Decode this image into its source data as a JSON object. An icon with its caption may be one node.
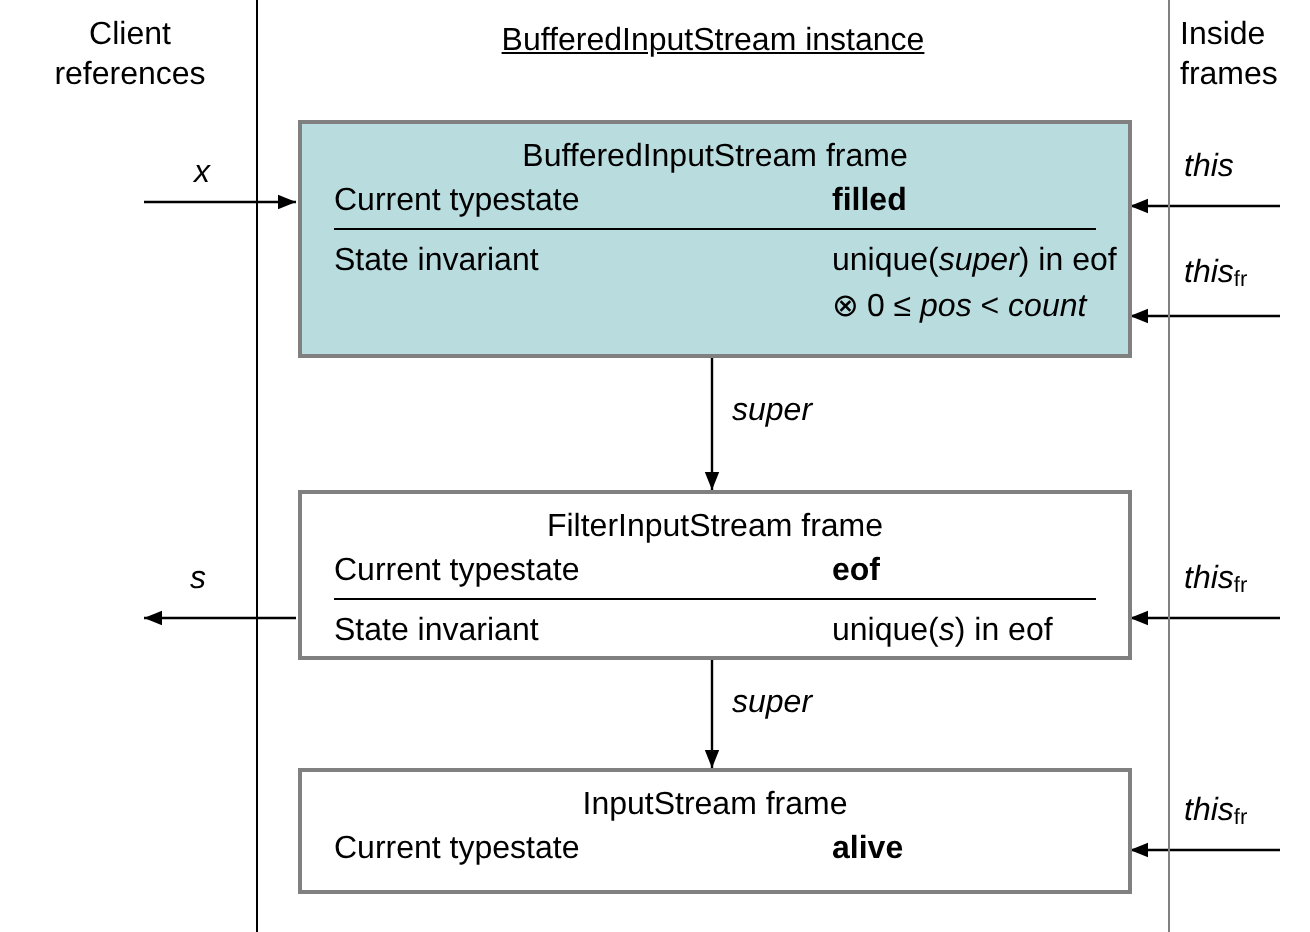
{
  "diagram": {
    "nodes": [
      {
        "text": [
          "BufferedInputStream instance"
        ]
      },
      {
        "text": [
          "BufferedInputStream frame",
          "Current typestate",
          "filled",
          "State invariant",
          "unique(*super*) in eof ⊗ 0 ≤ *pos* < *count*"
        ],
        "in": 0
      },
      {
        "text": [
          "FilterInputStream frame",
          "Current typestate",
          "eof",
          "State invariant",
          "unique(*s*) in eof"
        ],
        "in": 0
      },
      {
        "text": [
          "InputStream frame",
          "Current typestate",
          "alive"
        ],
        "in": 0
      }
    ],
    "edges": [
      {
        "from": null,
        "to": 1,
        "arrow": "to",
        "label": "x"
      },
      {
        "from": null,
        "to": 1,
        "arrow": "to",
        "label": "this"
      },
      {
        "from": null,
        "to": 1,
        "arrow": "to",
        "label": "*this*$_{fr}$"
      },
      {
        "from": 1,
        "to": 2,
        "arrow": "to",
        "label": "super"
      },
      {
        "from": 2,
        "to": null,
        "arrow": "to",
        "label": "s"
      },
      {
        "from": null,
        "to": 2,
        "arrow": "to",
        "label": "*this*$_{fr}$"
      },
      {
        "from": 2,
        "to": 3,
        "arrow": "to",
        "label": "super"
      },
      {
        "from": null,
        "to": 3,
        "arrow": "to",
        "label": "*this*$_{fr}$"
      }
    ],
    "labels": [
      "Client references",
      "Inside frames"
    ]
  }
}
